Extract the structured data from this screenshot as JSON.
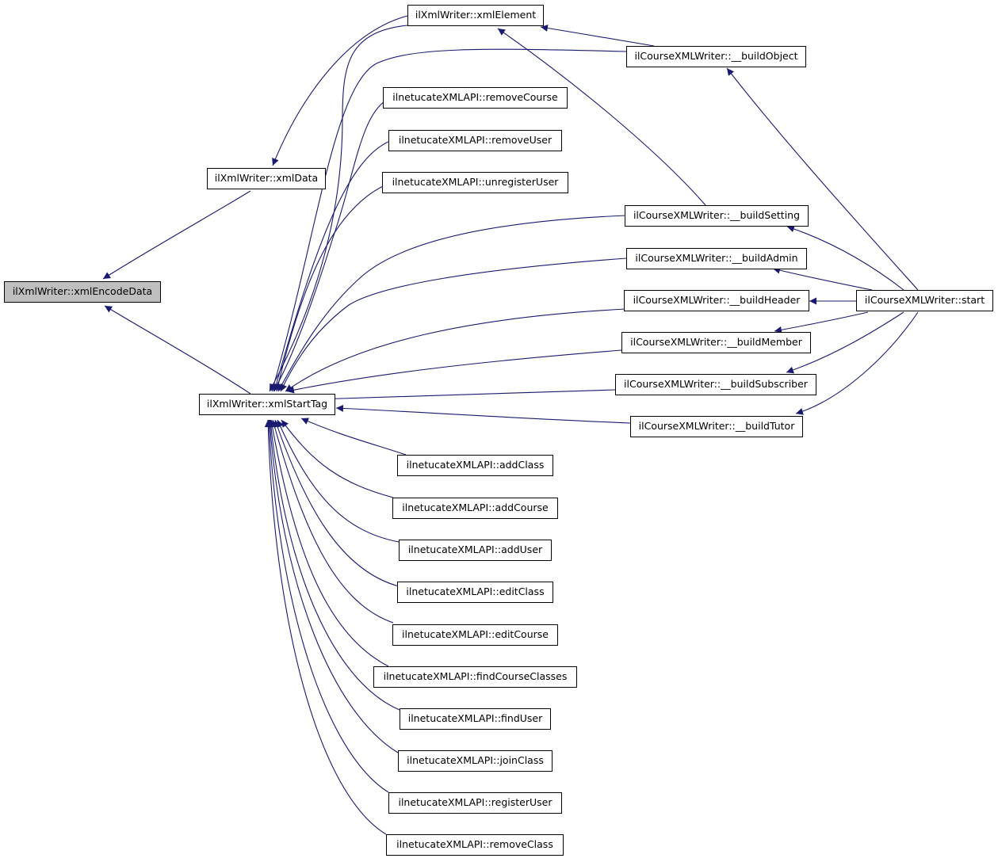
{
  "graph": {
    "colors": {
      "edge": "#191970",
      "node_border": "#000000",
      "selected_fill": "#bfbfbf",
      "node_fill": "#ffffff"
    },
    "nodes": {
      "encode": "ilXmlWriter::xmlEncodeData",
      "xmlData": "ilXmlWriter::xmlData",
      "xmlStartTag": "ilXmlWriter::xmlStartTag",
      "xmlElement": "ilXmlWriter::xmlElement",
      "buildObject": "ilCourseXMLWriter::__buildObject",
      "removeCourse": "ilnetucateXMLAPI::removeCourse",
      "removeUser": "ilnetucateXMLAPI::removeUser",
      "unregisterUser": "ilnetucateXMLAPI::unregisterUser",
      "buildSetting": "ilCourseXMLWriter::__buildSetting",
      "buildAdmin": "ilCourseXMLWriter::__buildAdmin",
      "buildHeader": "ilCourseXMLWriter::__buildHeader",
      "buildMember": "ilCourseXMLWriter::__buildMember",
      "buildSubscriber": "ilCourseXMLWriter::__buildSubscriber",
      "buildTutor": "ilCourseXMLWriter::__buildTutor",
      "start": "ilCourseXMLWriter::start",
      "addClass": "ilnetucateXMLAPI::addClass",
      "addCourse": "ilnetucateXMLAPI::addCourse",
      "addUser": "ilnetucateXMLAPI::addUser",
      "editClass": "ilnetucateXMLAPI::editClass",
      "editCourse": "ilnetucateXMLAPI::editCourse",
      "findCourseClasses": "ilnetucateXMLAPI::findCourseClasses",
      "findUser": "ilnetucateXMLAPI::findUser",
      "joinClass": "ilnetucateXMLAPI::joinClass",
      "registerUser": "ilnetucateXMLAPI::registerUser",
      "removeClass": "ilnetucateXMLAPI::removeClass"
    }
  }
}
